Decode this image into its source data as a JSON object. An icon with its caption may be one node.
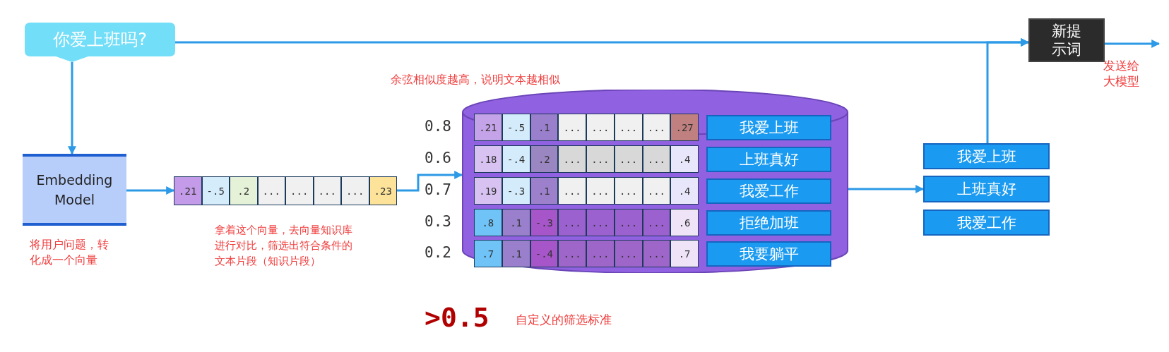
{
  "diagram": {
    "nodes": [
      {
        "text": [
          "你爱上班吗?"
        ]
      },
      {
        "text": [
          "Embedding Model"
        ]
      },
      {
        "text": [
          ".21",
          "-.5",
          ".2",
          "...",
          "...",
          "...",
          "...",
          ".23"
        ]
      },
      {
        "text": [],
        "shape": "cylinder"
      },
      {
        "text": [
          ".21",
          "-.5",
          ".1",
          "...",
          "...",
          "...",
          "...",
          ".27"
        ],
        "in": 3,
        "beside": [
          "0.8"
        ]
      },
      {
        "text": [
          "我爱上班"
        ],
        "in": 3
      },
      {
        "text": [
          ".18",
          "-.4",
          ".2",
          "...",
          "...",
          "...",
          "...",
          ".4"
        ],
        "in": 3,
        "beside": [
          "0.6"
        ]
      },
      {
        "text": [
          "上班真好"
        ],
        "in": 3
      },
      {
        "text": [
          ".19",
          "-.3",
          ".1",
          "...",
          "...",
          "...",
          "...",
          ".4"
        ],
        "in": 3,
        "beside": [
          "0.7"
        ]
      },
      {
        "text": [
          "我爱工作"
        ],
        "in": 3
      },
      {
        "text": [
          ".8",
          ".1",
          "-.3",
          "...",
          "...",
          "...",
          "...",
          ".6"
        ],
        "in": 3,
        "beside": [
          "0.3"
        ]
      },
      {
        "text": [
          "拒绝加班"
        ],
        "in": 3
      },
      {
        "text": [
          ".7",
          ".1",
          "-.4",
          "...",
          "...",
          "...",
          "...",
          ".7"
        ],
        "in": 3,
        "beside": [
          "0.2"
        ]
      },
      {
        "text": [
          "我要躺平"
        ],
        "in": 3
      },
      {
        "text": [
          "我爱上班"
        ]
      },
      {
        "text": [
          "上班真好"
        ]
      },
      {
        "text": [
          "我爱工作"
        ]
      },
      {
        "text": [
          "新提示词"
        ]
      }
    ],
    "edges": [
      {
        "from": 0,
        "to": 1,
        "arrow": "to"
      },
      {
        "from": 0,
        "to": 17,
        "arrow": "to"
      },
      {
        "from": 1,
        "to": 2,
        "arrow": "to"
      },
      {
        "from": 2,
        "to": 3,
        "arrow": "to"
      },
      {
        "from": 3,
        "to": 15,
        "arrow": "to"
      },
      {
        "from": 14,
        "to": 17,
        "arrow": "to"
      },
      {
        "from": 17,
        "to": null,
        "arrow": "to"
      }
    ],
    "labels": [
      "余弦相似度越高，说明文本越相似",
      "将用户问题，转化成一个向量",
      "拿着这个向量，去向量知识库进行对比，筛选出符合条件的文本片段（知识片段）",
      "发送给大模型",
      ">0.5",
      "自定义的筛选标准"
    ]
  }
}
